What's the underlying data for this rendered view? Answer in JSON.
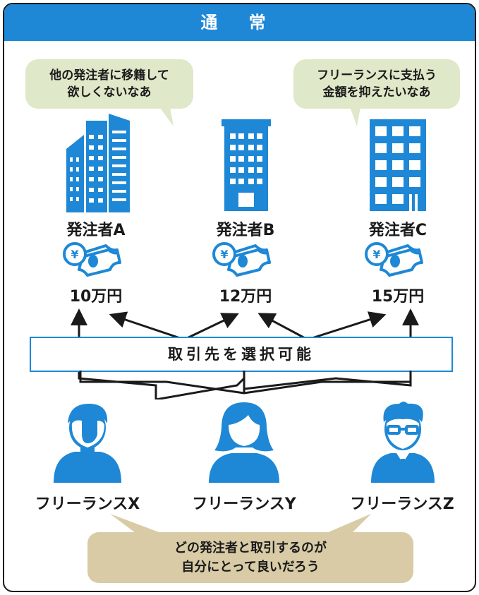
{
  "title": "通 常",
  "bubbles": {
    "a": {
      "line1": "他の発注者に移籍して",
      "line2": "欲しくないなあ"
    },
    "c": {
      "line1": "フリーランスに支払う",
      "line2": "金額を抑えたいなあ"
    }
  },
  "companies": [
    {
      "name": "発注者A",
      "amount": "10万円"
    },
    {
      "name": "発注者B",
      "amount": "12万円"
    },
    {
      "name": "発注者C",
      "amount": "15万円"
    }
  ],
  "select_label": "取引先を選択可能",
  "freelancers": [
    {
      "name": "フリーランスX"
    },
    {
      "name": "フリーランスY"
    },
    {
      "name": "フリーランスZ"
    }
  ],
  "bottom_bubble": {
    "line1": "どの発注者と取引するのが",
    "line2": "自分にとって良いだろう"
  },
  "yen_symbol": "¥",
  "colors": {
    "blue": "#1e88d6",
    "green_bubble": "#dfe8c8",
    "tan_bubble": "#d8cba6"
  }
}
